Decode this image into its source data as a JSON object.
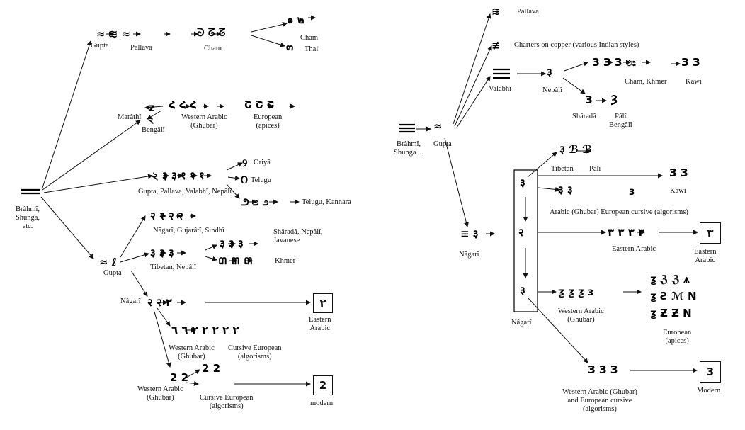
{
  "left_tree": {
    "root": "Brâhmî,\nShunga,\netc.",
    "gupta_top": "Gupta",
    "pallava": "Pallava",
    "cham": "Cham",
    "cham_leaf": "Cham",
    "thai": "Thai",
    "marathi": "Marâthî",
    "bengali": "Bengâlî",
    "western_arabic_ghubar_1": "Western Arabic\n(Ghubar)",
    "european_apices": "European\n(apices)",
    "gupta_pallava_row": "Gupta, Pallava, Valabhî, Nepâlî",
    "oriya": "Oriyâ",
    "telugu": "Telugu",
    "telugu_kannara": "Telugu, Kannara",
    "nagari_row": "Nâgarî, Gujarâtî, Sindhî",
    "gupta_mid": "Gupta",
    "tibetan_nepali": "Tibetan, Nepâlî",
    "sharada": "Shâradâ, Nepâlî,\nJavanese",
    "khmer": "Khmer",
    "nagari": "Nâgarî",
    "eastern_arabic": "Eastern\nArabic",
    "eastern_box": "٢",
    "western_arabic_ghubar_2": "Western Arabic\n(Ghubar)",
    "cursive_european": "Cursive European\n(algorisms)",
    "western_arabic_ghubar_3": "Western Arabic\n(Ghubar)",
    "cursive_european_2": "Cursive European\n(algorisms)",
    "modern_box": "2",
    "modern": "modern"
  },
  "right_tree": {
    "root": "Brâhmî,\nShunga ...",
    "gupta": "Gupta",
    "pallava": "Pallava",
    "charters": "Charters on copper (various Indian styles)",
    "valabhi": "Valabhî",
    "nepali": "Nepâlî",
    "cham_khmer": "Cham, Khmer",
    "kawi_top": "Kawi",
    "sharada": "Shâradâ",
    "pali_bengali": "Pâlî\nBengâlî",
    "tibetan": "Tibetan",
    "pali": "Pâlî",
    "kawi": "Kawi",
    "arabic_european": "Arabic (Ghubar) European cursive (algorisms)",
    "nagari": "Nâgarî",
    "nagari_box": "Nâgarî",
    "eastern_arabic_label": "Eastern Arabic",
    "eastern_arabic_box_label": "Eastern\nArabic",
    "eastern_box": "٣",
    "western_arabic_ghubar": "Western Arabic\n(Ghubar)",
    "european_apices": "European\n(apices)",
    "western_european_cursive": "Western Arabic (Ghubar)\nand European cursive\n(algorisms)",
    "modern_box": "3",
    "modern": "Modern"
  }
}
